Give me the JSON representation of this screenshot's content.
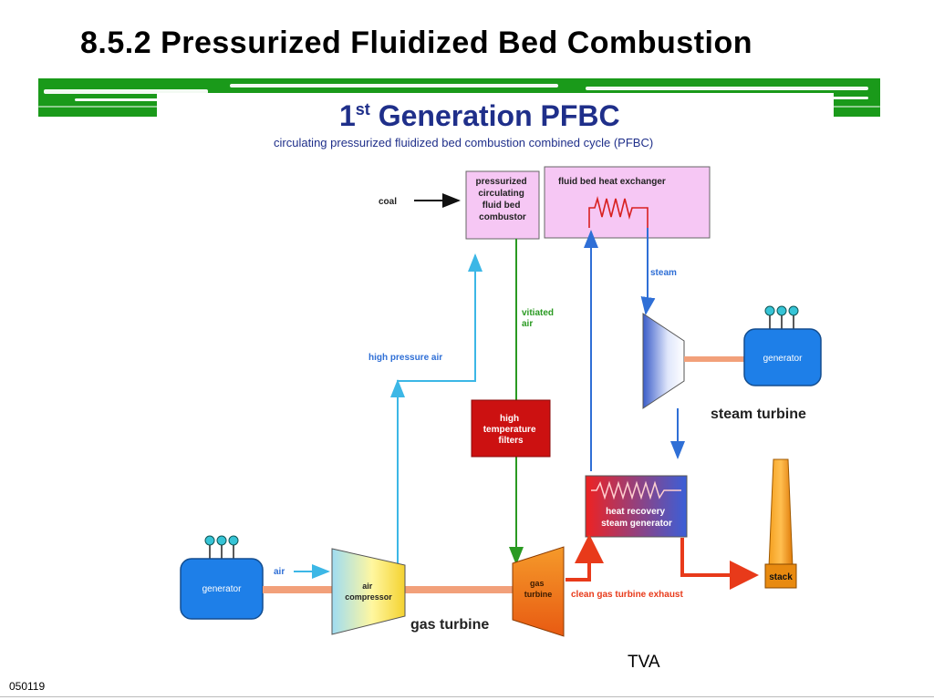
{
  "slide": {
    "title": "8.5.2 Pressurized Fluidized Bed Combustion",
    "credit": "TVA",
    "code": "050119"
  },
  "diagram": {
    "title_main": "1",
    "title_sup": "st",
    "title_rest": " Generation PFBC",
    "subtitle": "circulating pressurized fluidized bed combustion combined cycle (PFBC)",
    "combustor_lines": [
      "pressurized",
      "circulating",
      "fluid bed",
      "combustor"
    ],
    "heat_exchanger": "fluid bed heat exchanger",
    "coal": "coal",
    "steam": "steam",
    "vitiated_air_lines": [
      "vitiated",
      "air"
    ],
    "high_pressure_air": "high pressure air",
    "filters_lines": [
      "high",
      "temperature",
      "filters"
    ],
    "generator_label": "generator",
    "steam_turbine": "steam  turbine",
    "hrsg_lines": [
      "heat recovery",
      "steam generator"
    ],
    "stack": "stack",
    "air": "air",
    "air_compressor_lines": [
      "air",
      "compressor"
    ],
    "gas_turbine_unit_lines": [
      "gas",
      "turbine"
    ],
    "exhaust": "clean gas turbine exhaust",
    "gas_turbine": "gas turbine"
  },
  "colors": {
    "band_green": "#1a9a1a",
    "box_pink": "#f6c7f4",
    "filter_red": "#cc1111",
    "generator_blue": "#1e7fe8",
    "stack_orange": "#e88a10",
    "air_cyan": "#3cb7e6",
    "steam_blue": "#2f6fd6",
    "vitiated_green": "#2a9a22",
    "exhaust_red": "#e83a1a",
    "shaft_orange": "#f2a07a",
    "title_navy": "#1f2f8a"
  }
}
